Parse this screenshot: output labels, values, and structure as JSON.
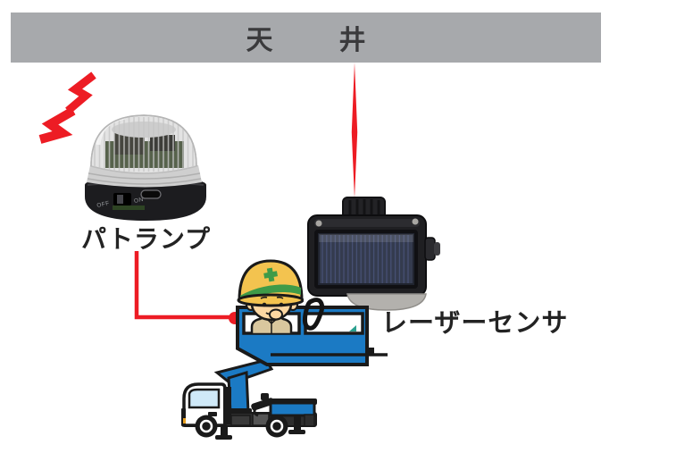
{
  "ceiling": {
    "label": "天　井"
  },
  "patrol_lamp": {
    "label": "パトランプ",
    "switch_off": "OFF",
    "switch_on": "ON"
  },
  "laser_sensor": {
    "label": "レーザーセンサ"
  },
  "colors": {
    "ceiling_gray": "#a7a9ac",
    "alert_red": "#ed1c24",
    "machine_blue": "#1b7ac4",
    "outline_black": "#1a1a1a",
    "helmet_yellow": "#f3c34f",
    "helmet_green": "#3f9b48"
  },
  "icons": {
    "flash": "flash-spark-icon",
    "laser": "laser-beam",
    "hook": "carabiner-hook-icon"
  }
}
